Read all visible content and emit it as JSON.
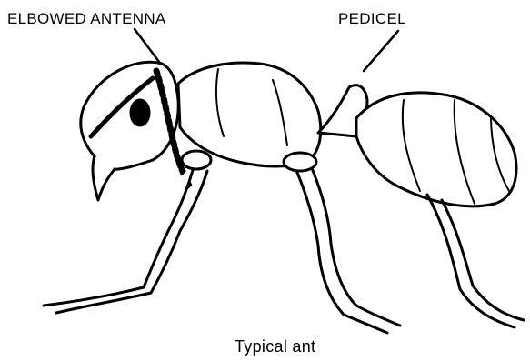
{
  "labels": {
    "antenna": "ELBOWED ANTENNA",
    "pedicel": "PEDICEL"
  },
  "caption": "Typical ant",
  "colors": {
    "ink": "#000000",
    "paper": "#ffffff"
  }
}
